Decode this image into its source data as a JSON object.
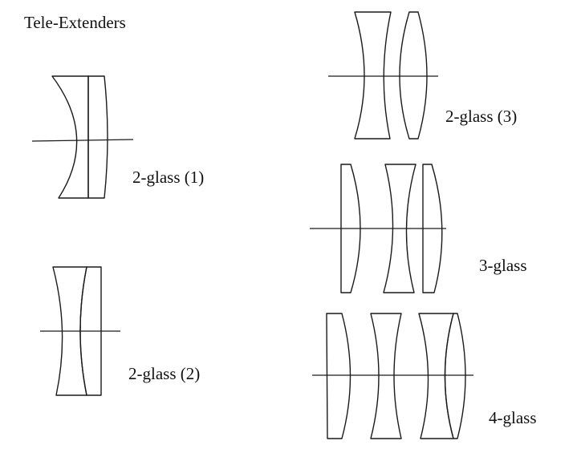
{
  "title": "Tele-Extenders",
  "labels": {
    "two_glass_1": "2-glass (1)",
    "two_glass_2": "2-glass (2)",
    "two_glass_3": "2-glass (3)",
    "three_glass": "3-glass",
    "four_glass": "4-glass"
  },
  "colors": {
    "ink": "#1a1a1a",
    "background": "#ffffff"
  }
}
